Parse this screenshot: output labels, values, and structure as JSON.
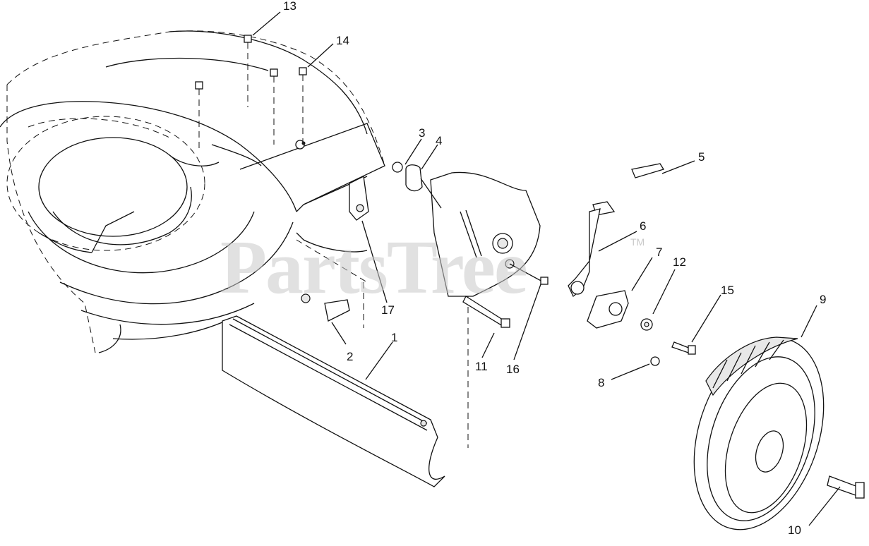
{
  "watermark": {
    "text": "PartsTree",
    "tm": "TM"
  },
  "callouts": [
    {
      "id": "13",
      "label": "13"
    },
    {
      "id": "14",
      "label": "14"
    },
    {
      "id": "3",
      "label": "3"
    },
    {
      "id": "4",
      "label": "4"
    },
    {
      "id": "5",
      "label": "5"
    },
    {
      "id": "6",
      "label": "6"
    },
    {
      "id": "7",
      "label": "7"
    },
    {
      "id": "12",
      "label": "12"
    },
    {
      "id": "15",
      "label": "15"
    },
    {
      "id": "9",
      "label": "9"
    },
    {
      "id": "17",
      "label": "17"
    },
    {
      "id": "1",
      "label": "1"
    },
    {
      "id": "2",
      "label": "2"
    },
    {
      "id": "11",
      "label": "11"
    },
    {
      "id": "16",
      "label": "16"
    },
    {
      "id": "8",
      "label": "8"
    },
    {
      "id": "10",
      "label": "10"
    }
  ]
}
